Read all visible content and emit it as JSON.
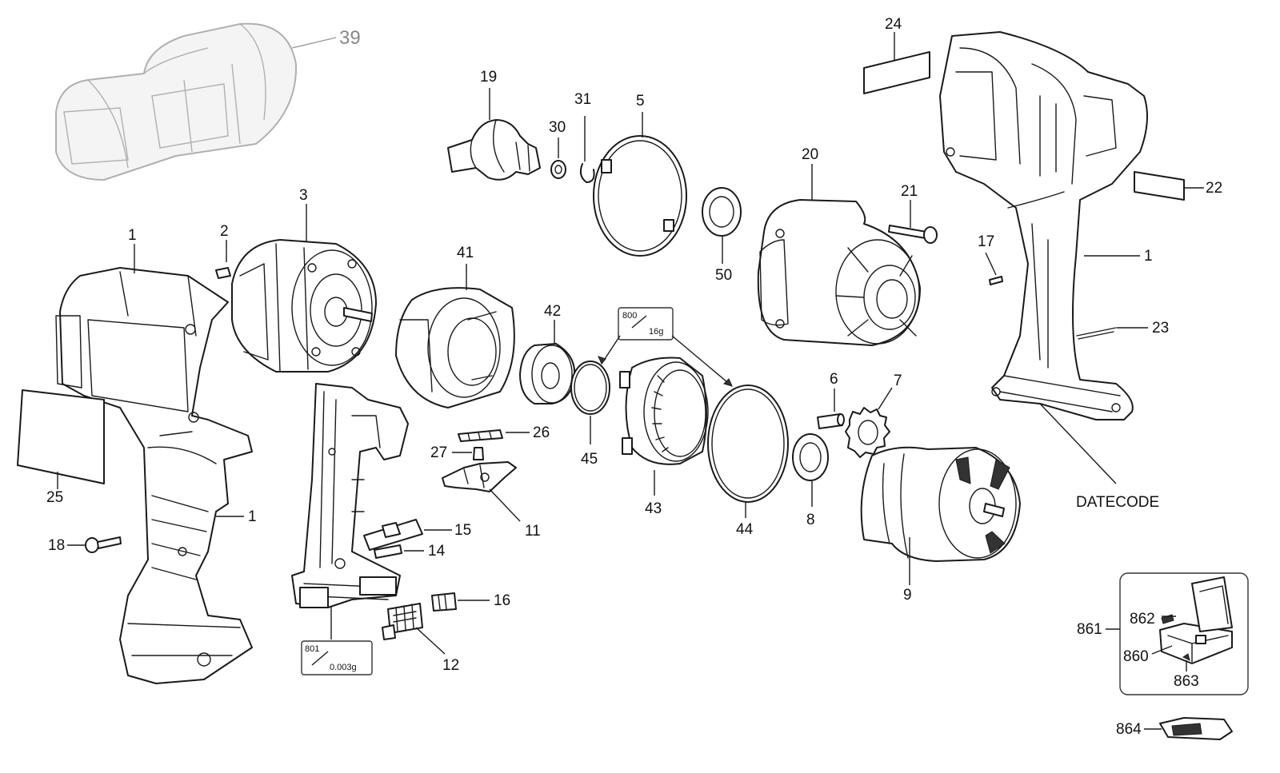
{
  "labels": {
    "p39": "39",
    "p19": "19",
    "p30": "30",
    "p31": "31",
    "p5": "5",
    "p24": "24",
    "p22": "22",
    "p1a": "1",
    "p1b": "1",
    "p1c": "1",
    "p2": "2",
    "p3": "3",
    "p41": "41",
    "p42": "42",
    "p50": "50",
    "p20": "20",
    "p21": "21",
    "p17": "17",
    "p23": "23",
    "p25": "25",
    "p18": "18",
    "p26": "26",
    "p27": "27",
    "p11": "11",
    "p45": "45",
    "p43": "43",
    "p44": "44",
    "p6": "6",
    "p7": "7",
    "p8": "8",
    "p9": "9",
    "p15": "15",
    "p14": "14",
    "p16": "16",
    "p12": "12",
    "datecode": "DATECODE",
    "p861": "861",
    "p862": "862",
    "p860": "860",
    "p863": "863",
    "p864": "864"
  },
  "grease_boxes": {
    "g800": {
      "code": "800",
      "amount": "16g"
    },
    "g801": {
      "code": "801",
      "amount": "0.003g"
    }
  },
  "colors": {
    "line": "#1a1a1a",
    "ghost": "#b0b0b0",
    "ghost_label": "#888888"
  }
}
